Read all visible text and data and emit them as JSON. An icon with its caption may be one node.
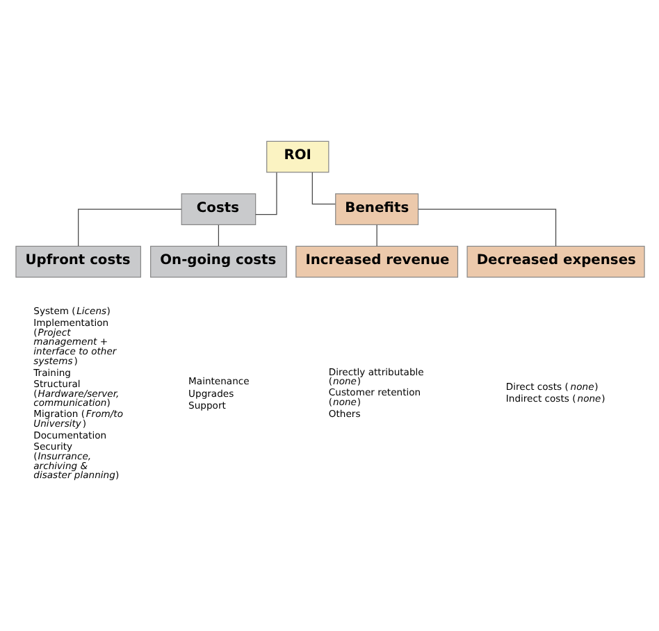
{
  "diagram": {
    "nodes": [
      {
        "text": [
          "ROI"
        ]
      },
      {
        "text": [
          "Costs"
        ]
      },
      {
        "text": [
          "Benefits"
        ]
      },
      {
        "text": [
          "Upfront costs"
        ],
        "beside": [
          "System (*Licens*)",
          "Implementation (*Project management + interface to other systems*)",
          "Training",
          "Structural (*Hardware/server, communication*)",
          "Migration (*From/to University*)",
          "Documentation",
          "Security (*Insurrance, archiving & disaster planning*)"
        ]
      },
      {
        "text": [
          "On-going costs"
        ],
        "beside": [
          "Maintenance",
          "Upgrades",
          "Support"
        ]
      },
      {
        "text": [
          "Increased revenue"
        ],
        "beside": [
          "Directly attributable (*none*)",
          "Customer retention (*none*)",
          "Others"
        ]
      },
      {
        "text": [
          "Decreased expenses"
        ],
        "beside": [
          "Direct costs (*none*)",
          "Indirect costs (*none*)"
        ]
      }
    ],
    "edges": [
      {
        "from": 0,
        "to": 1,
        "arrow": "none"
      },
      {
        "from": 0,
        "to": 2,
        "arrow": "none"
      },
      {
        "from": 1,
        "to": 3,
        "arrow": "none"
      },
      {
        "from": 1,
        "to": 4,
        "arrow": "none"
      },
      {
        "from": 2,
        "to": 5,
        "arrow": "none"
      },
      {
        "from": 2,
        "to": 6,
        "arrow": "none"
      }
    ]
  }
}
